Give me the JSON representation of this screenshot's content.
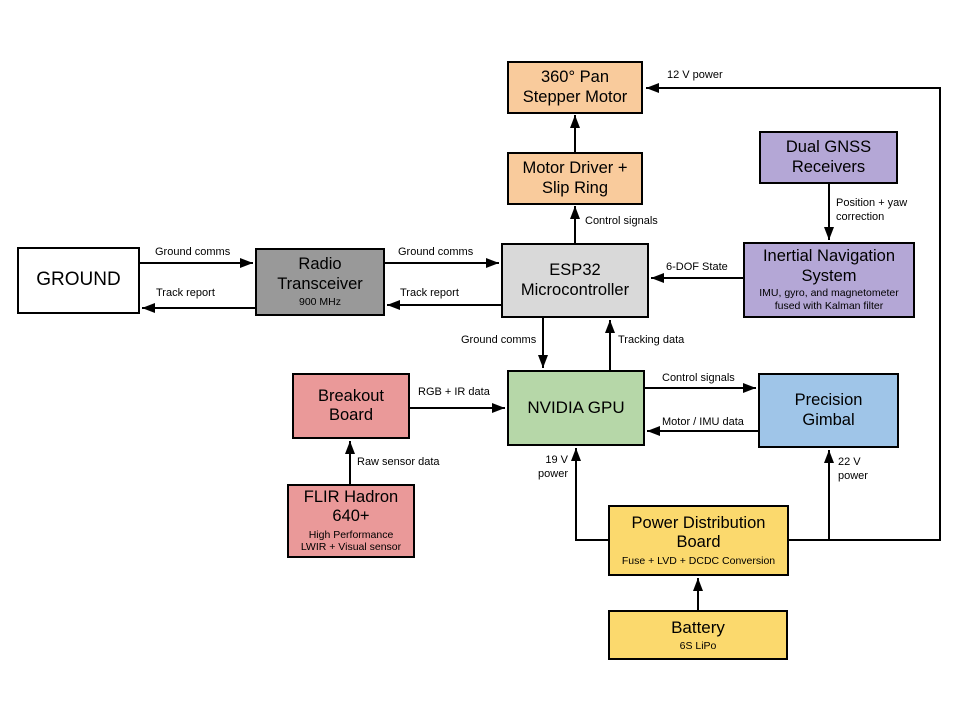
{
  "diagram": {
    "line_color": "#000000",
    "background": "#ffffff",
    "nodes": {
      "ground": {
        "title": "GROUND",
        "color": "#ffffff"
      },
      "radio": {
        "title": "Radio\nTransceiver",
        "subtitle": "900 MHz",
        "color": "#999999"
      },
      "esp32": {
        "title": "ESP32\nMicrocontroller",
        "color": "#d9d9d9"
      },
      "motor_driver": {
        "title": "Motor Driver +\nSlip Ring",
        "color": "#f9cb9c"
      },
      "stepper": {
        "title": "360° Pan\nStepper Motor",
        "color": "#f9cb9c"
      },
      "gnss": {
        "title": "Dual GNSS\nReceivers",
        "color": "#b4a7d6"
      },
      "ins": {
        "title": "Inertial Navigation\nSystem",
        "subtitle": "IMU, gyro, and magnetometer\nfused with Kalman filter",
        "color": "#b4a7d6"
      },
      "breakout": {
        "title": "Breakout\nBoard",
        "color": "#ea9999"
      },
      "flir": {
        "title": "FLIR Hadron\n640+",
        "subtitle": "High Performance\nLWIR + Visual sensor",
        "color": "#ea9999"
      },
      "gpu": {
        "title": "NVIDIA GPU",
        "color": "#b6d7a8"
      },
      "gimbal": {
        "title": "Precision\nGimbal",
        "color": "#9fc5e8"
      },
      "pdb": {
        "title": "Power Distribution\nBoard",
        "subtitle": "Fuse + LVD + DCDC Conversion",
        "color": "#fbd96d"
      },
      "battery": {
        "title": "Battery",
        "subtitle": "6S LiPo",
        "color": "#fbd96d"
      }
    },
    "labels": {
      "power_12v": "12 V power",
      "control_signals_motor": "Control signals",
      "position_yaw": "Position + yaw\ncorrection",
      "ground_comms_ground_radio": "Ground comms",
      "track_report_radio_ground": "Track report",
      "ground_comms_radio_esp32": "Ground comms",
      "track_report_esp32_radio": "Track report",
      "dof_state": "6-DOF State",
      "ground_comms_esp32_gpu": "Ground comms",
      "tracking_data": "Tracking data",
      "rgb_ir_data": "RGB + IR data",
      "raw_sensor_data": "Raw sensor data",
      "control_signals_gimbal": "Control signals",
      "motor_imu_data": "Motor / IMU data",
      "power_19v": "19 V\npower",
      "power_22v": "22 V\npower"
    }
  }
}
